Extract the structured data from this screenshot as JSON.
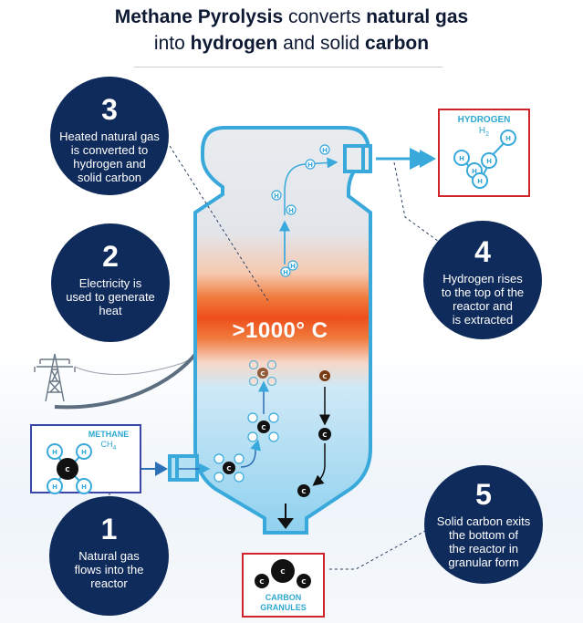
{
  "title": {
    "line1_part1": "Methane Pyrolysis",
    "line1_part2": "converts",
    "line1_part3": "natural gas",
    "line2_part1": "into",
    "line2_part2": "hydrogen",
    "line2_part3": "and solid",
    "line2_part4": "carbon"
  },
  "reactor": {
    "temperature": ">1000° C"
  },
  "steps": [
    {
      "num": "1",
      "text": [
        "Natural gas",
        "flows into the",
        "reactor"
      ]
    },
    {
      "num": "2",
      "text": [
        "Electricity is",
        "used to generate",
        "heat"
      ]
    },
    {
      "num": "3",
      "text": [
        "Heated natural gas",
        "is converted to",
        "hydrogen and",
        "solid carbon"
      ]
    },
    {
      "num": "4",
      "text": [
        "Hydrogen rises",
        "to the top of the",
        "reactor and",
        "is extracted"
      ]
    },
    {
      "num": "5",
      "text": [
        "Solid carbon exits",
        "the bottom of",
        "the reactor in",
        "granular form"
      ]
    }
  ],
  "labels": {
    "methane": "METHANE",
    "methane_formula": "CH",
    "methane_sub": "4",
    "hydrogen": "HYDROGEN",
    "hydrogen_formula": "H",
    "hydrogen_sub": "2",
    "carbon_line1": "CARBON",
    "carbon_line2": "GRANULES",
    "atom_h": "H",
    "atom_c": "C"
  },
  "colors": {
    "navy": "#0f2b5b",
    "reactor_blue": "#39a9dc",
    "heat_orange": "#f05a1e",
    "hydrogen_box": "#d0242b",
    "methane_box": "#3b47a8",
    "carbon_brown": "#7a3a12"
  }
}
